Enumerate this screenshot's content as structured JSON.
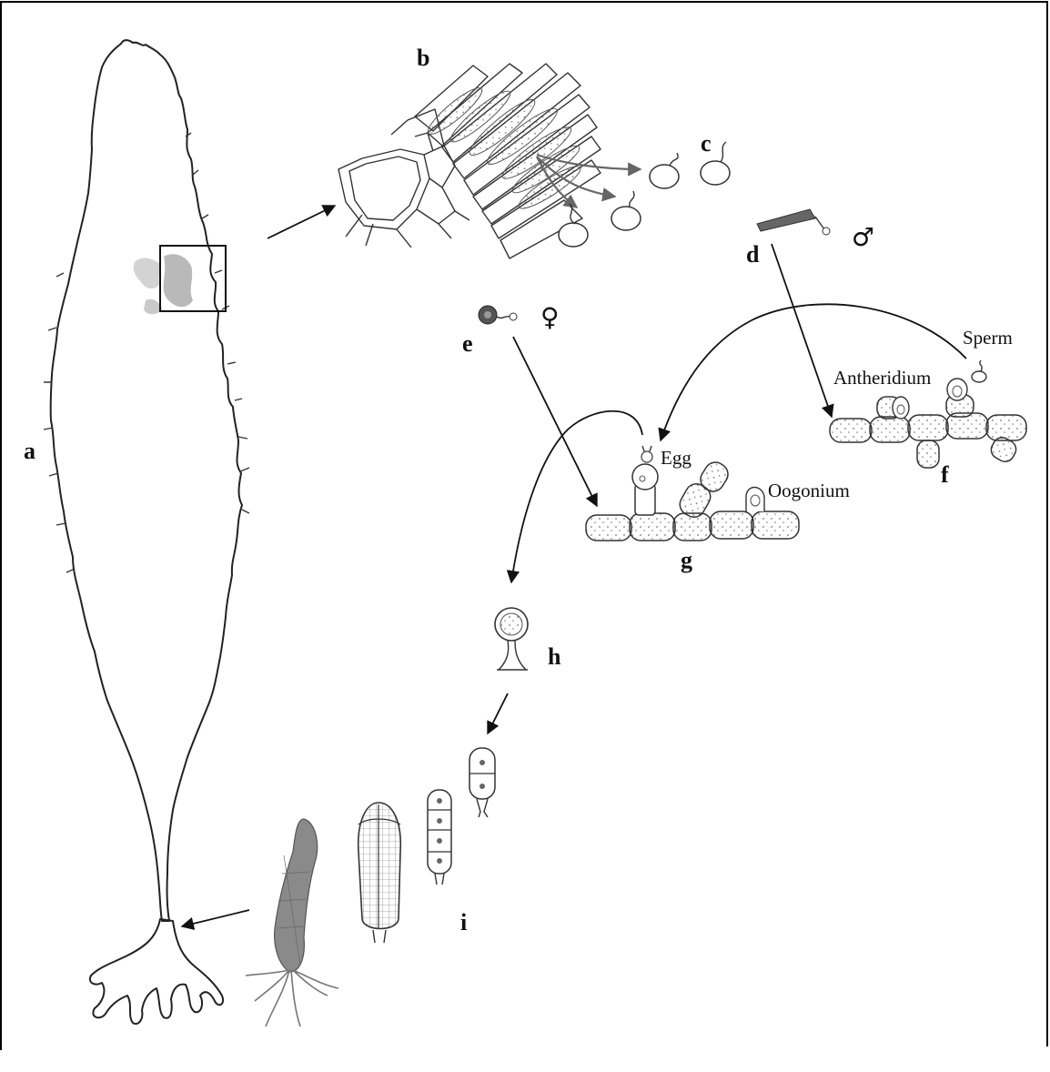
{
  "figure": {
    "panel_labels": {
      "a": "a",
      "b": "b",
      "c": "c",
      "d": "d",
      "e": "e",
      "f": "f",
      "g": "g",
      "h": "h",
      "i": "i"
    },
    "symbols": {
      "male": "♂",
      "female": "♀"
    },
    "annotations": {
      "sperm": "Sperm",
      "antheridium": "Antheridium",
      "egg": "Egg",
      "oogonium": "Oogonium"
    },
    "colors": {
      "ink": "#222222",
      "stipple": "#888888",
      "pigment": "#b5b5b5",
      "sporophyte_young": "#8a8a8a",
      "frame": "#000000"
    }
  }
}
